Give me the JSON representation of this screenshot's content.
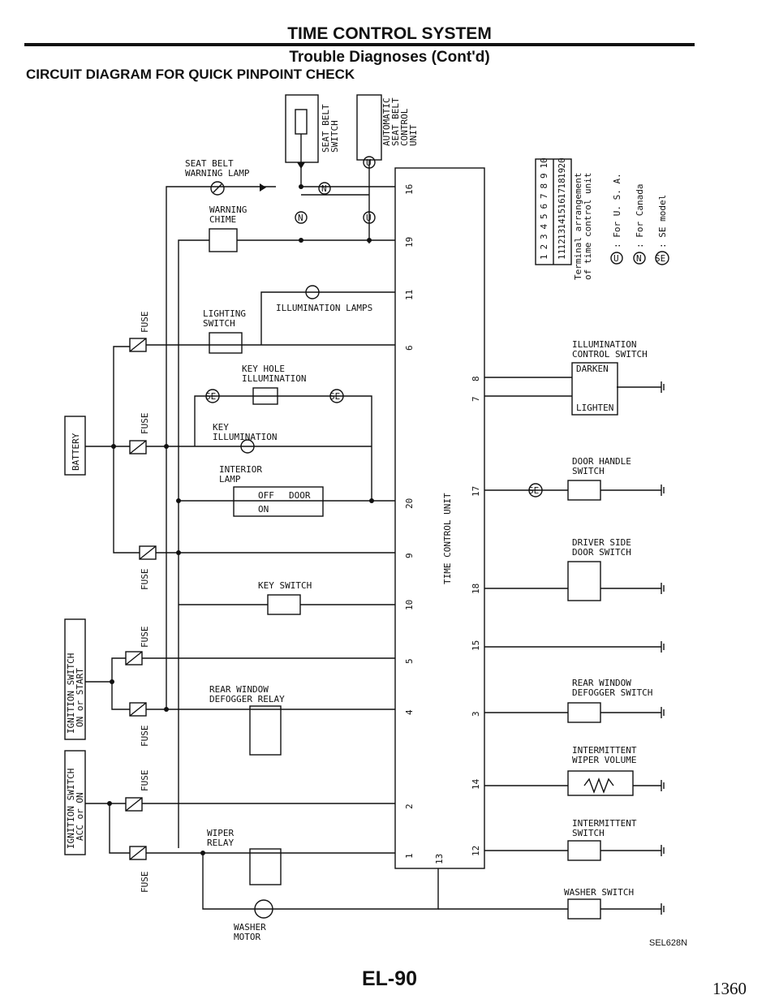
{
  "header": {
    "section_title": "TIME CONTROL SYSTEM",
    "subtitle": "Trouble Diagnoses (Cont'd)",
    "diagram_title": "CIRCUIT DIAGRAM FOR QUICK PINPOINT CHECK"
  },
  "footer": {
    "page_label": "EL-90",
    "page_number": "1360",
    "reference_code": "SEL628N"
  },
  "power": {
    "battery": "BATTERY",
    "ignition_on_start": [
      "IGNITION SWITCH",
      "ON or START"
    ],
    "ignition_acc_on": [
      "IGNITION SWITCH",
      "ACC or ON"
    ],
    "fuse": "FUSE"
  },
  "components": {
    "seat_belt_switch": [
      "SEAT BELT",
      "SWITCH"
    ],
    "auto_seat_belt_unit": [
      "AUTOMATIC",
      "SEAT BELT",
      "CONTROL",
      "UNIT"
    ],
    "seat_belt_warning_lamp": [
      "SEAT BELT",
      "WARNING LAMP"
    ],
    "warning_chime": [
      "WARNING",
      "CHIME"
    ],
    "lighting_switch": [
      "LIGHTING",
      "SWITCH"
    ],
    "illumination_lamps": "ILLUMINATION LAMPS",
    "key_hole_illumination": [
      "KEY HOLE",
      "ILLUMINATION"
    ],
    "key_illumination": [
      "KEY",
      "ILLUMINATION"
    ],
    "interior_lamp": [
      "INTERIOR",
      "LAMP"
    ],
    "interior_lamp_off": "OFF",
    "interior_lamp_door": "DOOR",
    "interior_lamp_on": "ON",
    "key_switch": "KEY SWITCH",
    "rear_window_defogger_relay": [
      "REAR WINDOW",
      "DEFOGGER RELAY"
    ],
    "wiper_relay": [
      "WIPER",
      "RELAY"
    ],
    "washer_motor": [
      "WASHER",
      "MOTOR"
    ],
    "time_control_unit": "TIME CONTROL UNIT",
    "illumination_control_switch": [
      "ILLUMINATION",
      "CONTROL SWITCH"
    ],
    "darken": "DARKEN",
    "lighten": "LIGHTEN",
    "door_handle_switch": [
      "DOOR HANDLE",
      "SWITCH"
    ],
    "driver_side_door_switch": [
      "DRIVER SIDE",
      "DOOR SWITCH"
    ],
    "rear_window_defogger_switch": [
      "REAR WINDOW",
      "DEFOGGER SWITCH"
    ],
    "intermittent_wiper_volume": [
      "INTERMITTENT",
      "WIPER VOLUME"
    ],
    "intermittent_switch": [
      "INTERMITTENT",
      "SWITCH"
    ],
    "washer_switch": "WASHER SWITCH"
  },
  "symbols": {
    "usa": "U",
    "canada": "N",
    "se": "SE"
  },
  "legend": {
    "terminal_arrangement": [
      "Terminal arrangement",
      "of time control unit"
    ],
    "connector_rows": [
      [
        "1",
        "2",
        "3",
        "4",
        "5",
        "6",
        "7",
        "8",
        "9",
        "10"
      ],
      [
        "11",
        "12",
        "13",
        "14",
        "15",
        "16",
        "17",
        "18",
        "19",
        "20"
      ]
    ],
    "for_usa": ": For U. S. A.",
    "for_canada": ": For Canada",
    "se_model": ": SE model"
  },
  "terminals": {
    "t16": "16",
    "t19": "19",
    "t11": "11",
    "t6": "6",
    "t20": "20",
    "t9": "9",
    "t10": "10",
    "t5": "5",
    "t4": "4",
    "t2": "2",
    "t1": "1",
    "t13": "13",
    "t8": "8",
    "t7": "7",
    "t17": "17",
    "t18": "18",
    "t15": "15",
    "t3": "3",
    "t14": "14",
    "t12": "12"
  }
}
